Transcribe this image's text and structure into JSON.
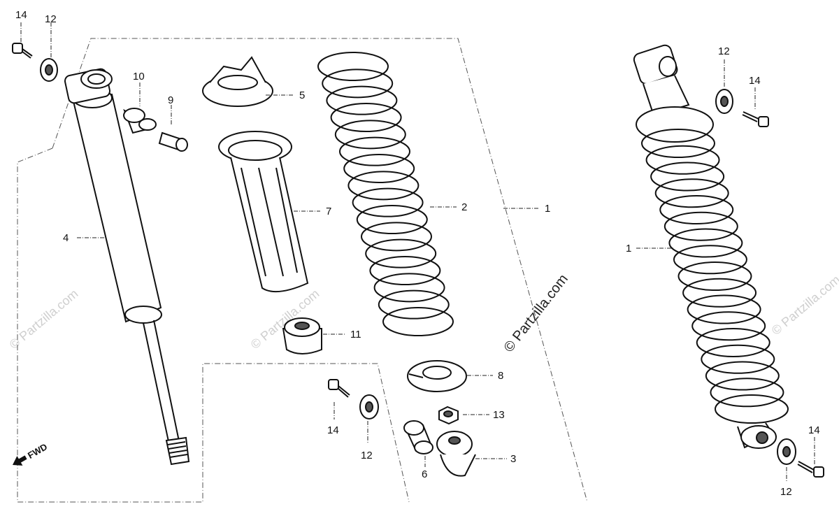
{
  "watermark": {
    "main": "© Partzilla.com",
    "faint": "© Partzilla.com"
  },
  "fwd_label": "FWD",
  "callouts": {
    "c14_topleft": "14",
    "c12_topleft": "12",
    "c10": "10",
    "c9": "9",
    "c5": "5",
    "c7": "7",
    "c2": "2",
    "c1_center": "1",
    "c4": "4",
    "c11": "11",
    "c8": "8",
    "c13": "13",
    "c3": "3",
    "c6": "6",
    "c14_bottom": "14",
    "c12_bottom": "12",
    "c12_right_top": "12",
    "c14_right_top": "14",
    "c1_right": "1",
    "c14_right_bottom": "14",
    "c12_right_bottom": "12"
  }
}
